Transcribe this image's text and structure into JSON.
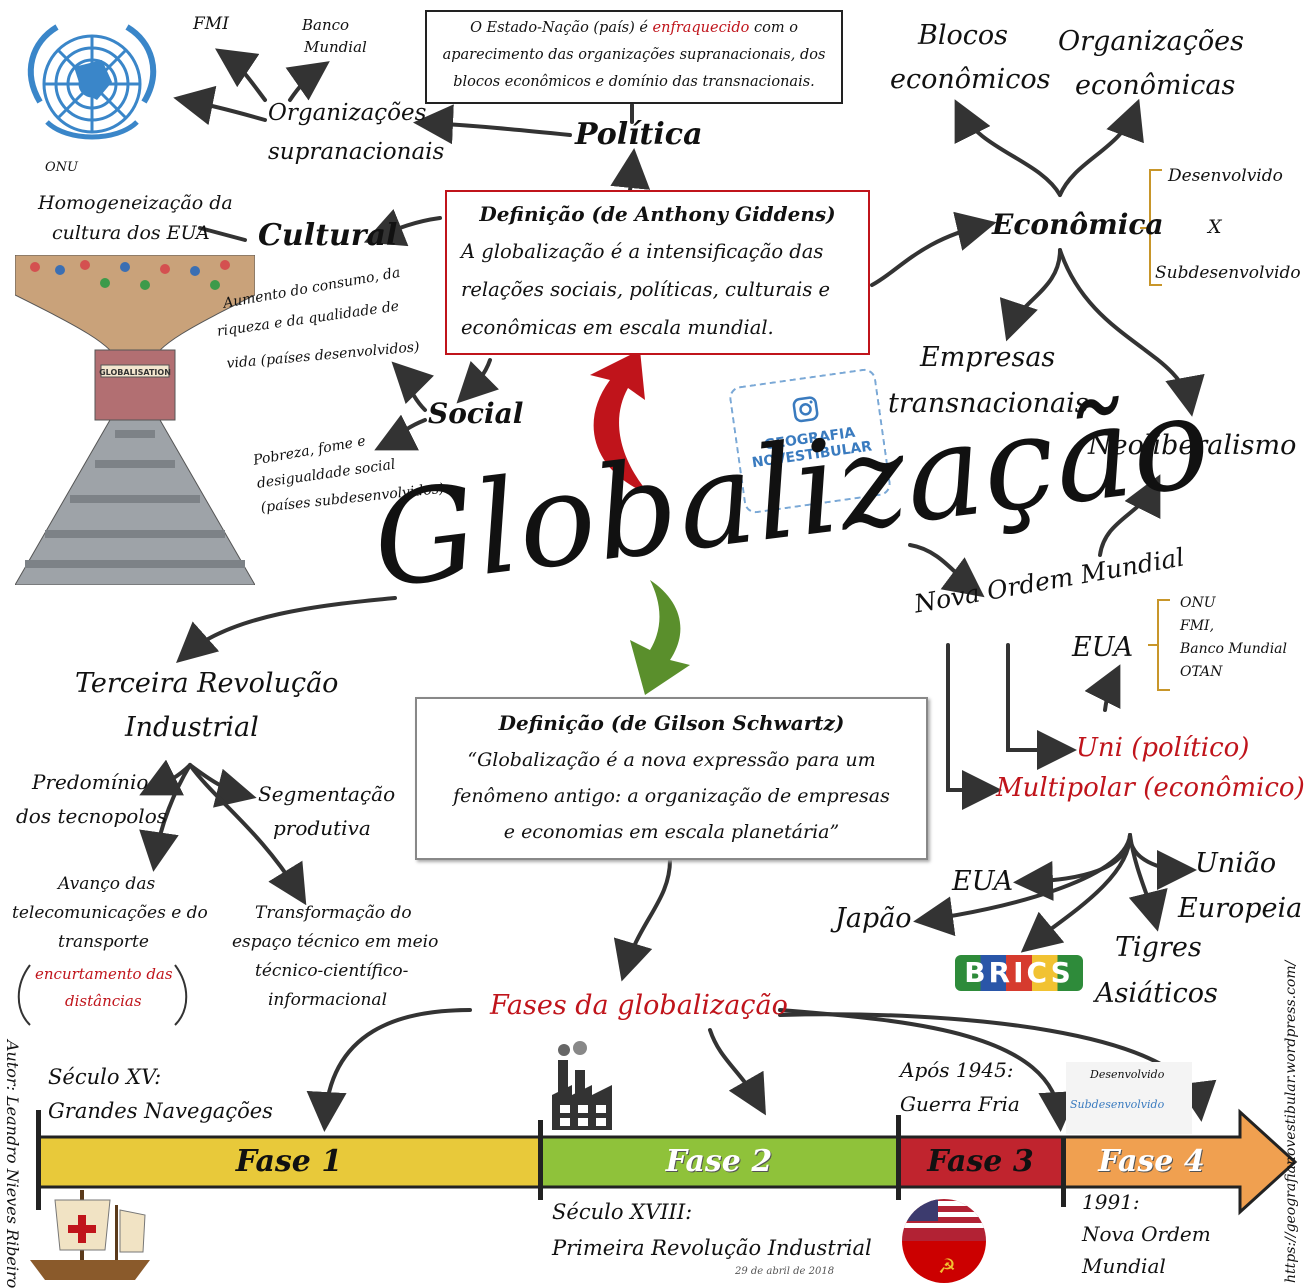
{
  "header_box": {
    "line1_a": "O Estado-Nação (país) é ",
    "line1_highlight": "enfraquecido",
    "line1_b": " com o",
    "line2": "aparecimento das organizações supranacionais, dos",
    "line3": "blocos econômicos e domínio das transnacionais."
  },
  "politica": {
    "label": "Política",
    "supra_line1": "Organizações",
    "supra_line2": "supranacionais",
    "fmi": "FMI",
    "banco_line1": "Banco",
    "banco_line2": "Mundial",
    "onu": "ONU"
  },
  "cultural": {
    "label": "Cultural",
    "homog_line1": "Homogeneização da",
    "homog_line2": "cultura dos EUA"
  },
  "giddens": {
    "title": "Definição (de Anthony Giddens)",
    "line1": "A globalização é a intensificação das",
    "line2": "relações sociais, políticas, culturais e",
    "line3": "econômicas em escala mundial."
  },
  "economica": {
    "label": "Econômica",
    "blocos_line1": "Blocos",
    "blocos_line2": "econômicos",
    "org_line1": "Organizações",
    "org_line2": "econômicas",
    "desenvolvido": "Desenvolvido",
    "x": "X",
    "subdesenvolvido": "Subdesenvolvido",
    "empresas_line1": "Empresas",
    "empresas_line2": "transnacionais",
    "neoliberalismo": "Neoliberalismo"
  },
  "illustration": {
    "sign": "GLOBALISATION"
  },
  "social": {
    "label": "Social",
    "pos_line1": "Aumento do consumo, da",
    "pos_line2": "riqueza e da qualidade de",
    "pos_line3": "vida  (países desenvolvidos)",
    "neg_line1": "Pobreza, fome e",
    "neg_line2": "desigualdade social",
    "neg_line3": "(países subdesenvolvidos)"
  },
  "instagram": {
    "line1": "GEOGRAFIA",
    "line2": "NOVESTIBULAR"
  },
  "main_title": "Globalização",
  "nova_ordem": {
    "label": "Nova Ordem Mundial",
    "eua": "EUA",
    "orgs": [
      "ONU",
      "FMI,",
      "Banco Mundial",
      "OTAN"
    ],
    "uni": "Uni (político)",
    "multi": "Multipolar (econômico)",
    "poles": {
      "eua": "EUA",
      "ue_line1": "União",
      "ue_line2": "Europeia",
      "japao": "Japão",
      "brics": "BRICS",
      "tigres_line1": "Tigres",
      "tigres_line2": "Asiáticos"
    }
  },
  "terceira": {
    "line1": "Terceira Revolução",
    "line2": "Industrial",
    "tecnopolos_line1": "Predomínio",
    "tecnopolos_line2": "dos tecnopolos",
    "segmentacao_line1": "Segmentação",
    "segmentacao_line2": "produtiva",
    "avanco_line1": "Avanço das",
    "avanco_line2": "telecomunicações e do",
    "avanco_line3": "transporte",
    "encurt_line1": "encurtamento das",
    "encurt_line2": "distâncias",
    "transf_line1": "Transformação do",
    "transf_line2": "espaço técnico em meio",
    "transf_line3": "técnico-científico-",
    "transf_line4": "informacional"
  },
  "schwartz": {
    "title": "Definição (de Gilson Schwartz)",
    "line1": "“Globalização é a nova expressão para um",
    "line2": "fenômeno antigo: a organização de empresas",
    "line3": "e economias em escala planetária”"
  },
  "fases": {
    "label": "Fases da globalização",
    "phases": [
      "Fase 1",
      "Fase 2",
      "Fase 3",
      "Fase 4"
    ],
    "colors": [
      "#e8c93a",
      "#8fc23a",
      "#c0242e",
      "#f0a050"
    ],
    "seculo_xv_line1": "Século XV:",
    "seculo_xv_line2": "Grandes Navegações",
    "seculo_xviii_line1": "Século XVIII:",
    "seculo_xviii_line2": "Primeira Revolução Industrial",
    "apos_1945_line1": "Após 1945:",
    "apos_1945_line2": "Guerra Fria",
    "y1991_line1": "1991:",
    "y1991_line2": "Nova Ordem",
    "y1991_line3": "Mundial",
    "mini_desenvolvido": "Desenvolvido",
    "mini_subdesenvolvido": "Subdesenvolvido",
    "date": "29 de abril de 2018"
  },
  "author": "Autor: Leandro Nieves Ribeiro",
  "url": "https://geografianovestibular.wordpress.com/",
  "colors": {
    "red": "#c0141b",
    "green_arrow": "#5a8f2c",
    "red_arrow": "#c0141b",
    "gold_bracket": "#c8962a"
  }
}
